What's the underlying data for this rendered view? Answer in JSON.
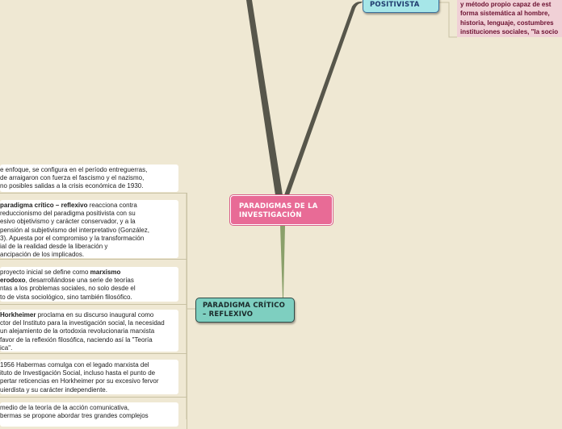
{
  "map": {
    "root": {
      "label": "PARADIGMAS DE LA INVESTIGACIÓN",
      "color": "#e86b96"
    },
    "branches": [
      {
        "id": "positivista",
        "label": "POSITIVISTA",
        "color": "#a6e6e8"
      },
      {
        "id": "critico",
        "label": "PARADIGMA CRÍTICO – REFLEXIVO",
        "color": "#7ecfc0"
      }
    ],
    "positivista_note": {
      "lines": [
        "y método propio capaz de est",
        "forma sistemática al hombre,",
        "historia, lenguaje, costumbres",
        "instituciones sociales, \"la socio"
      ],
      "color": "#f0d0d6"
    },
    "critico_leaves": [
      {
        "lines": [
          "e enfoque, se configura en el período entreguerras,",
          "de arraigaron con fuerza el fascismo y el nazismo,",
          "no posibles salidas a la crisis económica de 1930."
        ]
      },
      {
        "bold_prefix": "paradigma crítico – reflexivo",
        "lines": [
          " reacciona contra",
          "reduccionismo del paradigma positivista con su",
          "esivo objetivismo y carácter conservador, y a la",
          "pensión al subjetivismo del interpretativo (González,",
          "3). Apuesta por el compromiso y la transformación",
          "ial de la realidad desde la liberación y",
          "ancipación de los implicados."
        ]
      },
      {
        "lines": [
          "proyecto inicial se define como marxismo",
          "erodoxo, desarrollándose una serie de teorías",
          "ntas a los problemas sociales, no solo desde el",
          "to de vista sociológico, sino también filosófico."
        ],
        "bold_words": [
          "marxismo",
          "erodoxo"
        ]
      },
      {
        "bold_prefix": "Horkheimer",
        "lines": [
          " proclama en su discurso inaugural como",
          "ctor del Instituto para la investigación social, la necesidad",
          "un alejamiento de la ortodoxia revolucionaria marxista",
          "favor de la reflexión filosófica, naciendo así la \"Teoría",
          "ica\"."
        ]
      },
      {
        "lines": [
          "1956 Habermas comulga con el legado marxista del",
          "ituto de Investigación Social, incluso hasta el punto de",
          "pertar reticencias en Horkheimer por su excesivo fervor",
          "uierdista y su carácter independiente."
        ]
      },
      {
        "lines": [
          "medio de la teoría de la acción comunicativa,",
          "bermas se propone abordar tres grandes complejos"
        ]
      }
    ]
  }
}
